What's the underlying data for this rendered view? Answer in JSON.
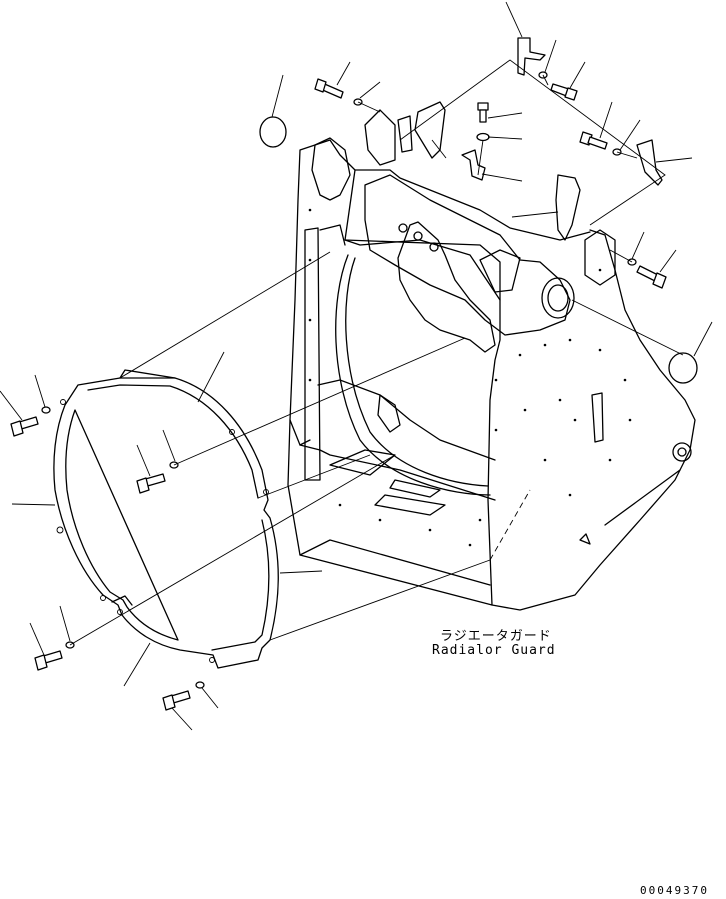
{
  "caption": {
    "japanese": "ラジエータガード",
    "english": "Radialor Guard"
  },
  "drawing_number": "00049370"
}
